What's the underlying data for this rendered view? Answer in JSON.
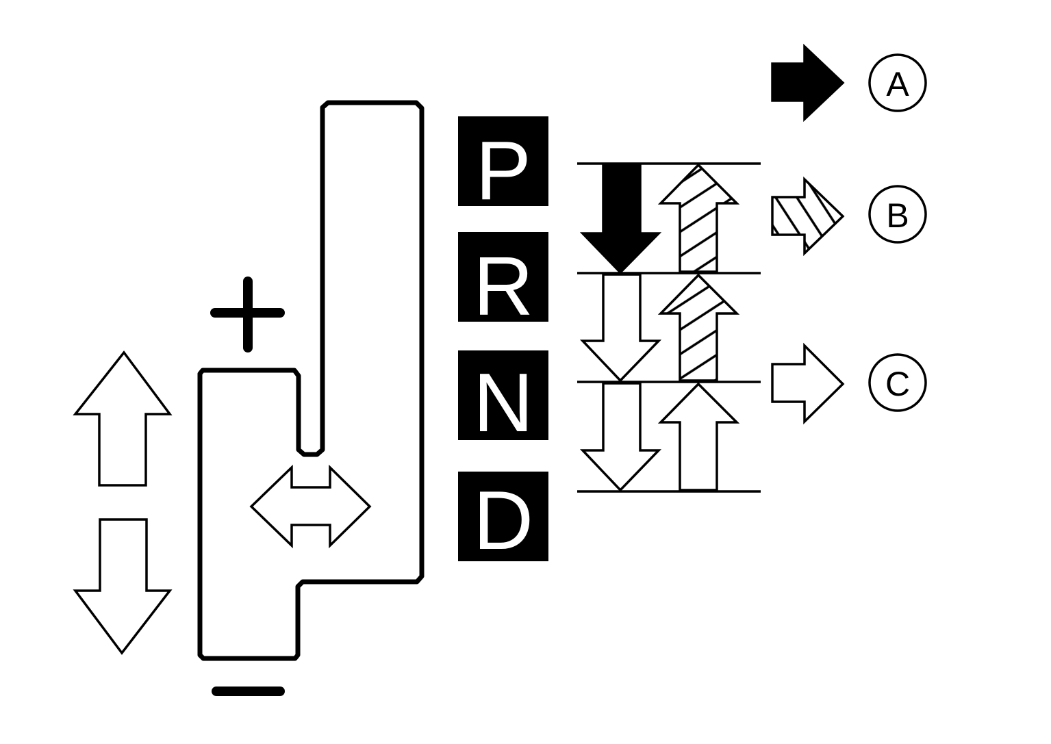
{
  "gears": [
    "P",
    "R",
    "N",
    "D"
  ],
  "legend": [
    {
      "label": "A",
      "style": "solid"
    },
    {
      "label": "B",
      "style": "hatched"
    },
    {
      "label": "C",
      "style": "outline"
    }
  ],
  "manual_labels": {
    "plus": "+",
    "minus": "−"
  },
  "colors": {
    "ink": "#000000",
    "paper": "#ffffff"
  }
}
